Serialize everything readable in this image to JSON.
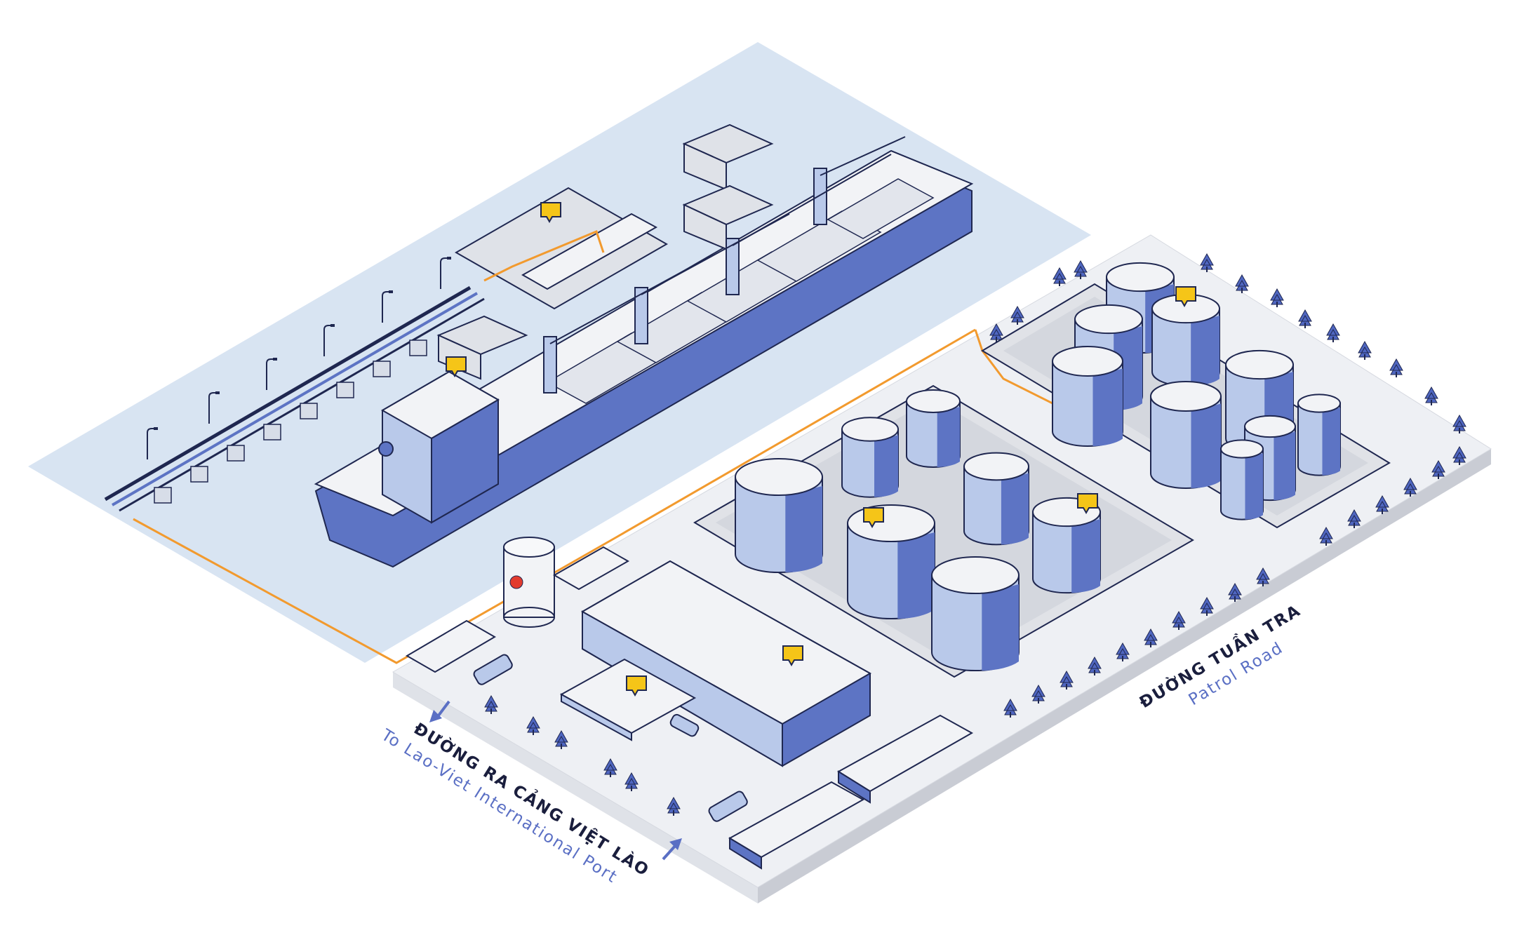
{
  "labels": {
    "port_road_vi": "ĐƯỜNG RA CẢNG VIỆT LÀO",
    "port_road_en": "To Lao-Viet International Port",
    "patrol_road_vi": "ĐƯỜNG TUẦN TRA",
    "patrol_road_en": "Patrol Road"
  },
  "colors": {
    "water": "#d8e4f2",
    "ground_top": "#eef0f4",
    "ground_side": "#c9ccd4",
    "tank_light": "#b9c9ea",
    "tank_dark": "#5d74c4",
    "tank_top": "#f2f3f6",
    "outline": "#1f2750",
    "pipeline": "#f29a2e",
    "marker": "#f5c518",
    "tree": "#4f66c0"
  },
  "icons": [
    "map-marker-icon",
    "tree-icon",
    "street-lamp-icon",
    "arrow-icon",
    "tanker-truck-icon"
  ]
}
